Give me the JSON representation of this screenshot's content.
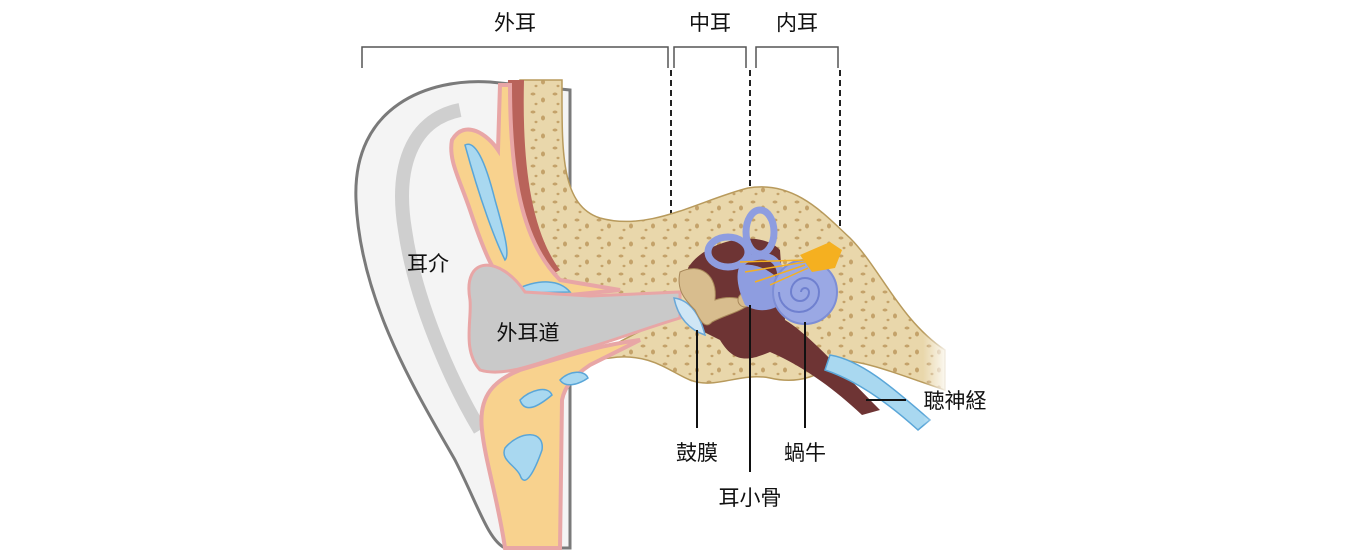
{
  "sections": {
    "outer_ear": "外耳",
    "middle_ear": "中耳",
    "inner_ear": "内耳"
  },
  "labels": {
    "pinna": "耳介",
    "ear_canal": "外耳道",
    "eardrum": "鼓膜",
    "ossicles": "耳小骨",
    "cochlea": "蝸牛",
    "auditory_nerve": "聴神経"
  },
  "colors": {
    "bone": "#e9d7ab",
    "cartilage": "#f8d28e",
    "skin": "#e8a6a6",
    "cavity": "#6e3434",
    "labyrinth": "#8e9de0",
    "nerve": "#f5b020",
    "fluid": "#a9d8f0"
  }
}
